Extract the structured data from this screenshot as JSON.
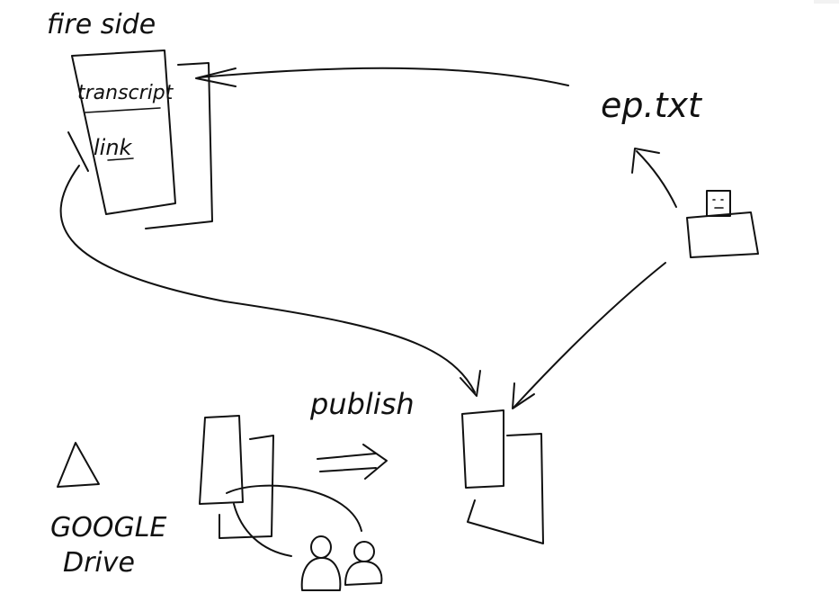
{
  "labels": {
    "fireside": "fire side",
    "transcript": "transcript",
    "link": "link",
    "ep_txt": "ep.txt",
    "publish": "publish",
    "google": "GOOGLE",
    "drive": "Drive"
  }
}
